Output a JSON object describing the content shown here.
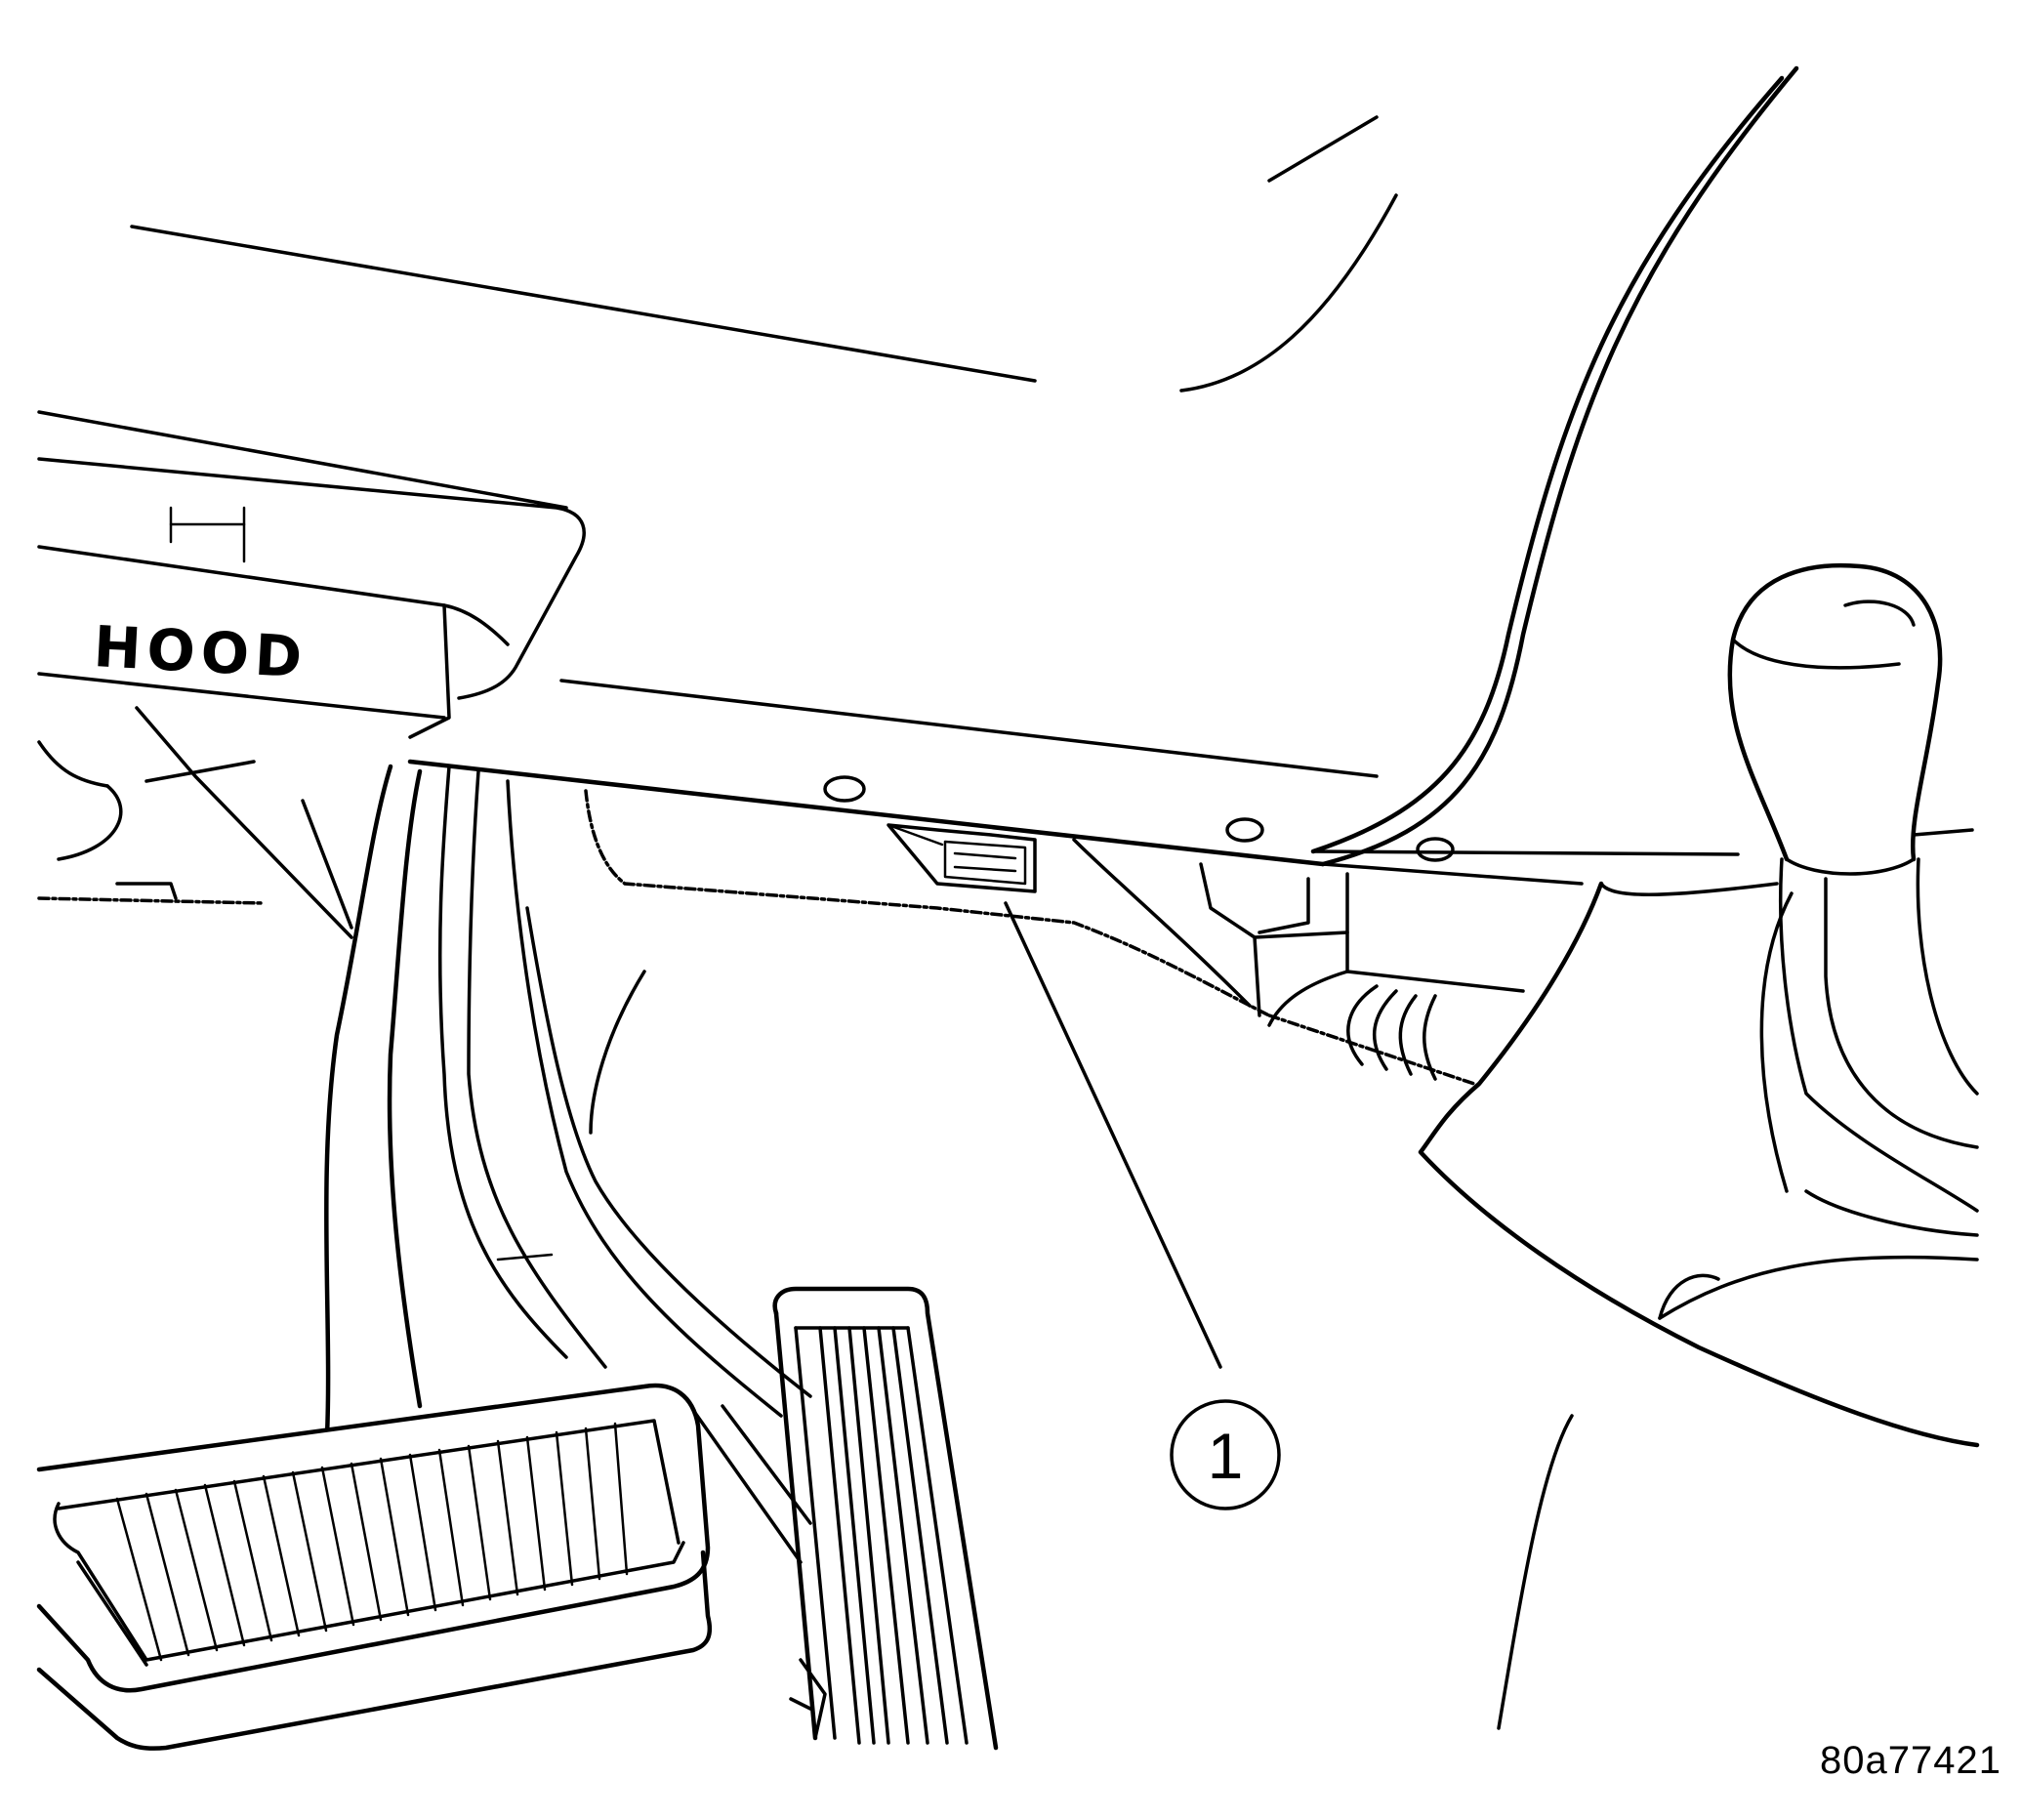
{
  "hood_label": "HOOD",
  "callout": {
    "number": "1"
  },
  "figure_id": "80a77421"
}
